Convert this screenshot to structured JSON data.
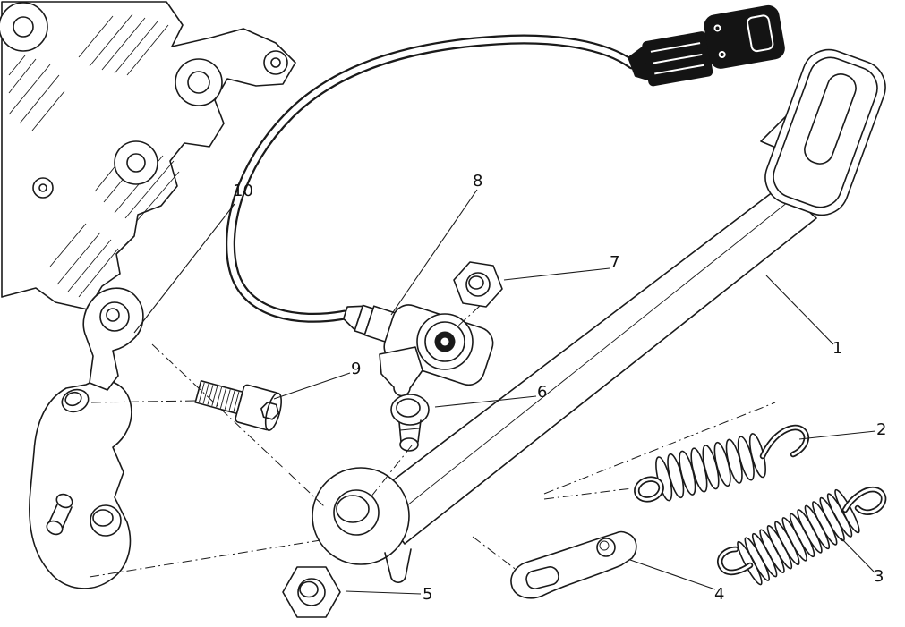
{
  "figure": {
    "kind": "exploded-parts-diagram",
    "subject": "side stand assembly",
    "background_color": "#ffffff",
    "line_color": "#1a1a1a"
  },
  "part_labels": {
    "p1": "1",
    "p2": "2",
    "p3": "3",
    "p4": "4",
    "p5": "5",
    "p6": "6",
    "p7": "7",
    "p8": "8",
    "p9": "9",
    "p10": "10"
  }
}
